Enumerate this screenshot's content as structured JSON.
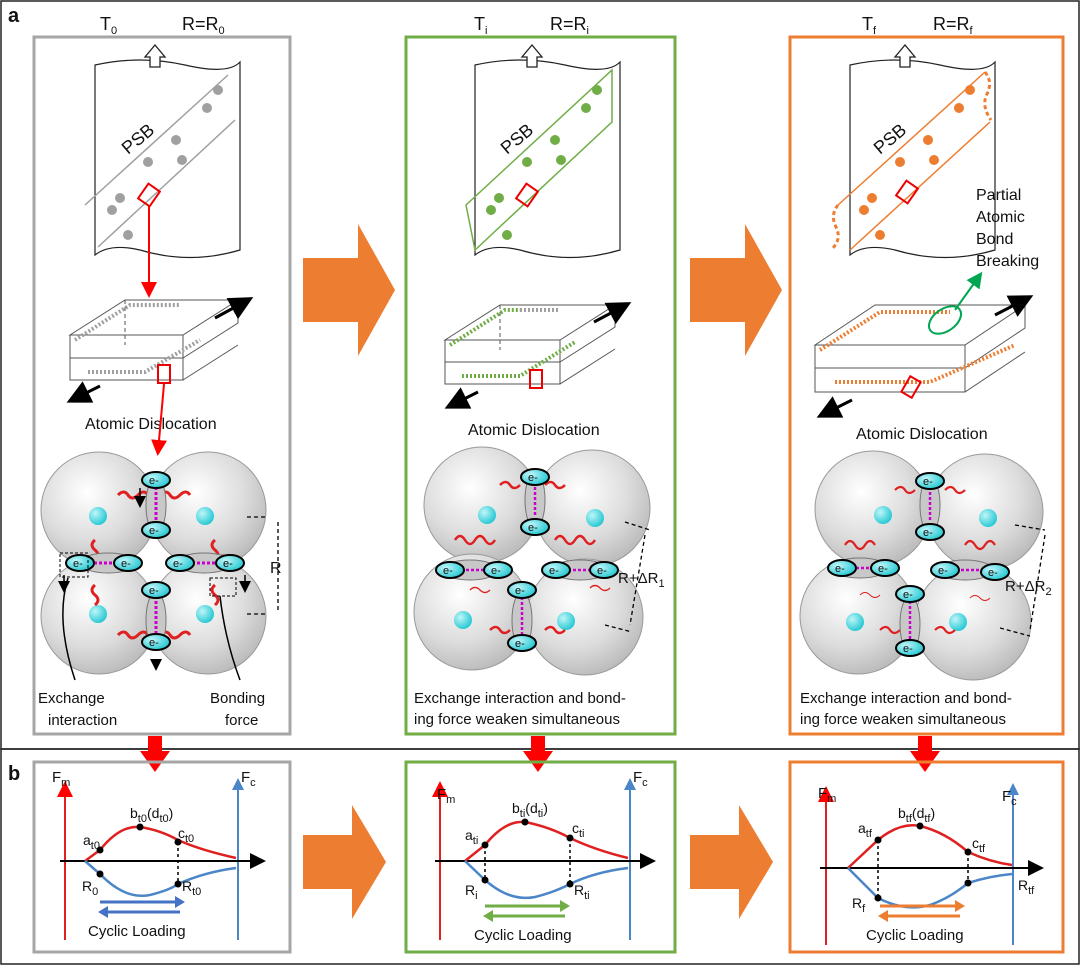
{
  "figure": {
    "panel_a_label": "a",
    "panel_b_label": "b",
    "stages": [
      {
        "id": "initial",
        "temp": "T",
        "temp_sub": "0",
        "radius": "R=R",
        "radius_sub": "0",
        "border_color": "#a6a6a6",
        "accent_color": "#a0a0a0",
        "psb_label": "PSB",
        "dislocation_label": "Atomic Dislocation",
        "bond_label": "R",
        "bond_sub": "",
        "callouts": {
          "exchange": [
            "Exchange",
            "interaction"
          ],
          "bonding": [
            "Bonding",
            "force"
          ]
        },
        "chart": {
          "fm": "F",
          "fm_sub": "m",
          "fc": "F",
          "fc_sub": "c",
          "a": "a",
          "a_sub": "t0",
          "b": "b",
          "b_sub": "t0",
          "d": "(d",
          "d_sub": "t0",
          "c": "c",
          "c_sub": "t0",
          "r0": "R",
          "r0_sub": "0",
          "rt": "R",
          "rt_sub": "t0",
          "arrow_color": "#4472c4",
          "loading_label": "Cyclic Loading"
        }
      },
      {
        "id": "intermediate",
        "temp": "T",
        "temp_sub": "i",
        "radius": "R=R",
        "radius_sub": "i",
        "border_color": "#70ad47",
        "accent_color": "#70ad47",
        "psb_label": "PSB",
        "dislocation_label": "Atomic Dislocation",
        "bond_label": "R+ΔR",
        "bond_sub": "1",
        "caption": [
          "Exchange interaction and bond-",
          "ing force weaken simultaneous"
        ],
        "chart": {
          "fm": "F",
          "fm_sub": "m",
          "fc": "F",
          "fc_sub": "c",
          "a": "a",
          "a_sub": "ti",
          "b": "b",
          "b_sub": "ti",
          "d": "(d",
          "d_sub": "ti",
          "c": "c",
          "c_sub": "ti",
          "r0": "R",
          "r0_sub": "i",
          "rt": "R",
          "rt_sub": "ti",
          "arrow_color": "#70ad47",
          "loading_label": "Cyclic Loading"
        }
      },
      {
        "id": "final",
        "temp": "T",
        "temp_sub": "f",
        "radius": "R=R",
        "radius_sub": "f",
        "border_color": "#ed7d31",
        "accent_color": "#ed7d31",
        "psb_label": "PSB",
        "dislocation_label": "Atomic Dislocation",
        "bond_label": "R+ΔR",
        "bond_sub": "2",
        "side_note": [
          "Partial",
          "Atomic",
          "Bond",
          "Breaking"
        ],
        "caption": [
          "Exchange interaction and bond-",
          "ing force weaken simultaneous"
        ],
        "chart": {
          "fm": "F",
          "fm_sub": "m",
          "fc": "F",
          "fc_sub": "c",
          "a": "a",
          "a_sub": "tf",
          "b": "b",
          "b_sub": "tf",
          "d": "(d",
          "d_sub": "tf",
          "c": "c",
          "c_sub": "tf",
          "r0": "R",
          "r0_sub": "f",
          "rt": "R",
          "rt_sub": "tf",
          "arrow_color": "#ed7d31",
          "loading_label": "Cyclic Loading"
        }
      }
    ],
    "electron_label": "e-",
    "colors": {
      "arrow_red": "#ff0000",
      "big_arrow": "#ed7d31",
      "curve_red": "#e02020",
      "curve_blue": "#4a86c8",
      "atom": "#2fd3dc",
      "spring": "#cc00cc"
    }
  }
}
